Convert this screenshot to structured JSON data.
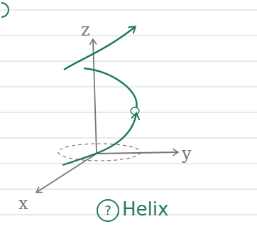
{
  "diagram": {
    "nodes": [
      {
        "text": [
          "?"
        ]
      }
    ],
    "labels": [
      "z",
      "y",
      "x",
      "Helix"
    ]
  }
}
